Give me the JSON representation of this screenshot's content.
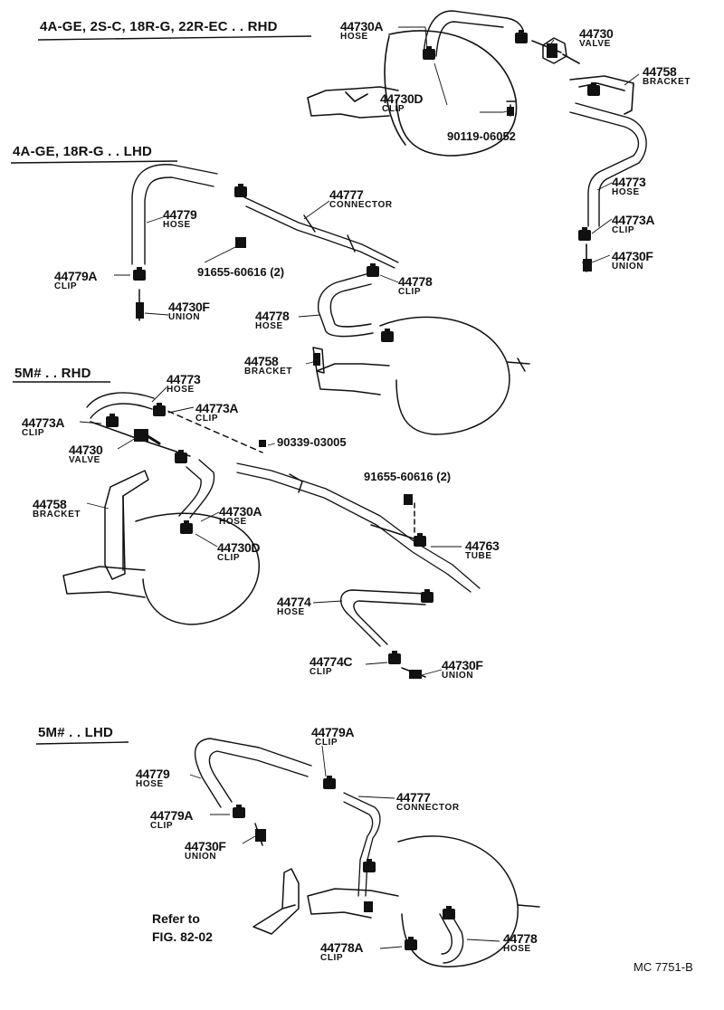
{
  "sections": [
    {
      "title": "4A-GE, 2S-C, 18R-G, 22R-EC . . RHD"
    },
    {
      "title": "4A-GE, 18R-G . . LHD"
    },
    {
      "title": "5M# . . RHD"
    },
    {
      "title": "5M# . . LHD"
    }
  ],
  "labels": [
    {
      "id": "s1-44730A",
      "number": "44730A",
      "name": "HOSE"
    },
    {
      "id": "s1-44730",
      "number": "44730",
      "name": "VALVE"
    },
    {
      "id": "s1-44758",
      "number": "44758",
      "name": "BRACKET"
    },
    {
      "id": "s1-44730D",
      "number": "44730D",
      "name": "CLIP"
    },
    {
      "id": "s1-90119",
      "number": "90119-06052",
      "name": ""
    },
    {
      "id": "s1-44773",
      "number": "44773",
      "name": "HOSE"
    },
    {
      "id": "s1-44773A",
      "number": "44773A",
      "name": "CLIP"
    },
    {
      "id": "s1-44730F",
      "number": "44730F",
      "name": "UNION"
    },
    {
      "id": "s2-44777",
      "number": "44777",
      "name": "CONNECTOR"
    },
    {
      "id": "s2-44779",
      "number": "44779",
      "name": "HOSE"
    },
    {
      "id": "s2-91655",
      "number": "91655-60616 (2)",
      "name": ""
    },
    {
      "id": "s2-44779A",
      "number": "44779A",
      "name": "CLIP"
    },
    {
      "id": "s2-44778clip",
      "number": "44778",
      "name": "CLIP"
    },
    {
      "id": "s2-44730F",
      "number": "44730F",
      "name": "UNION"
    },
    {
      "id": "s2-44778hose",
      "number": "44778",
      "name": "HOSE"
    },
    {
      "id": "s2-44758",
      "number": "44758",
      "name": "BRACKET"
    },
    {
      "id": "s3-44773",
      "number": "44773",
      "name": "HOSE"
    },
    {
      "id": "s3-44773A-r",
      "number": "44773A",
      "name": "CLIP"
    },
    {
      "id": "s3-44773A-l",
      "number": "44773A",
      "name": "CLIP"
    },
    {
      "id": "s3-44730",
      "number": "44730",
      "name": "VALVE"
    },
    {
      "id": "s3-90339",
      "number": "90339-03005",
      "name": ""
    },
    {
      "id": "s3-44758",
      "number": "44758",
      "name": "BRACKET"
    },
    {
      "id": "s3-44730A",
      "number": "44730A",
      "name": "HOSE"
    },
    {
      "id": "s3-91655",
      "number": "91655-60616 (2)",
      "name": ""
    },
    {
      "id": "s3-44730D",
      "number": "44730D",
      "name": "CLIP"
    },
    {
      "id": "s3-44763",
      "number": "44763",
      "name": "TUBE"
    },
    {
      "id": "s3-44774",
      "number": "44774",
      "name": "HOSE"
    },
    {
      "id": "s3-44774C",
      "number": "44774C",
      "name": "CLIP"
    },
    {
      "id": "s3-44730F",
      "number": "44730F",
      "name": "UNION"
    },
    {
      "id": "s4-44779A-top",
      "number": "44779A",
      "name": "CLIP"
    },
    {
      "id": "s4-44779",
      "number": "44779",
      "name": "HOSE"
    },
    {
      "id": "s4-44777",
      "number": "44777",
      "name": "CONNECTOR"
    },
    {
      "id": "s4-44779A",
      "number": "44779A",
      "name": "CLIP"
    },
    {
      "id": "s4-44730F",
      "number": "44730F",
      "name": "UNION"
    },
    {
      "id": "s4-44778A",
      "number": "44778A",
      "name": "CLIP"
    },
    {
      "id": "s4-44778",
      "number": "44778",
      "name": "HOSE"
    }
  ],
  "refer": {
    "line1": "Refer to",
    "line2": "FIG. 82-02"
  },
  "figure_code": "MC  7751-B"
}
